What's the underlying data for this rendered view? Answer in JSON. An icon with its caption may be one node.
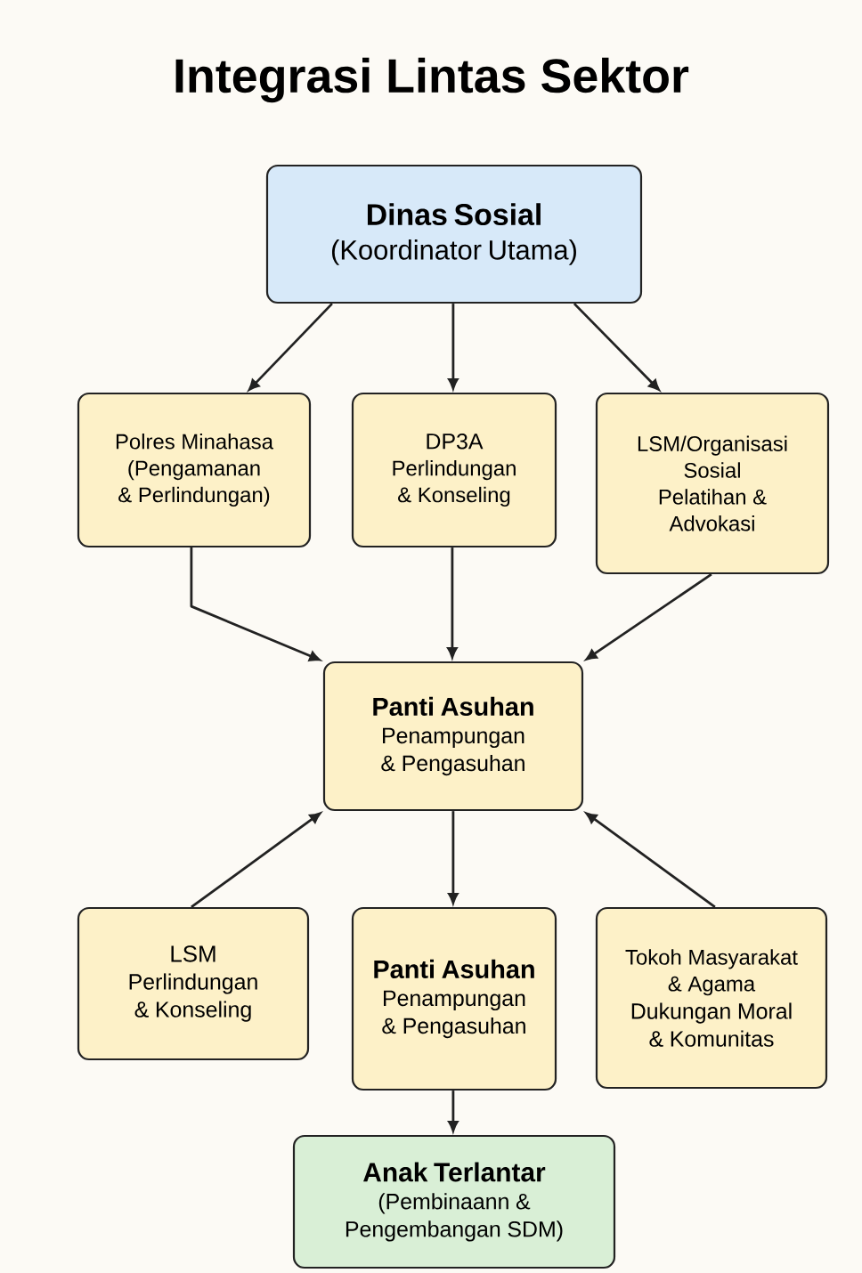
{
  "diagram": {
    "title": "Integrasi Lintas Sektor",
    "nodes": [
      {
        "text": [
          "Dinas Sosial",
          "(Koordinator Utama)"
        ]
      },
      {
        "text": [
          "Polres Minahasa",
          "(Pengamanan & Perlindungan)"
        ]
      },
      {
        "text": [
          "DP3A",
          "Perlindungan & Konseling"
        ]
      },
      {
        "text": [
          "LSM/Organisasi Sosial",
          "Pelatihan & Advokasi"
        ]
      },
      {
        "text": [
          "Panti Asuhan",
          "Penampungan & Pengasuhan"
        ]
      },
      {
        "text": [
          "LSM",
          "Perlindungan & Konseling"
        ]
      },
      {
        "text": [
          "Panti Asuhan",
          "Penampungan & Pengasuhan"
        ]
      },
      {
        "text": [
          "Tokoh Masyarakat & Agama",
          "Dukungan Moral & Komunitas"
        ]
      },
      {
        "text": [
          "Anak Terlantar",
          "(Pembinaann & Pengembangan SDM)"
        ]
      }
    ],
    "edges": [
      {
        "from": 0,
        "to": 1,
        "arrow": "to"
      },
      {
        "from": 0,
        "to": 2,
        "arrow": "to"
      },
      {
        "from": 0,
        "to": 3,
        "arrow": "to"
      },
      {
        "from": 1,
        "to": 4,
        "arrow": "to"
      },
      {
        "from": 2,
        "to": 4,
        "arrow": "to"
      },
      {
        "from": 3,
        "to": 4,
        "arrow": "to"
      },
      {
        "from": 5,
        "to": 4,
        "arrow": "to"
      },
      {
        "from": 7,
        "to": 4,
        "arrow": "to"
      },
      {
        "from": 4,
        "to": 6,
        "arrow": "to"
      },
      {
        "from": 6,
        "to": 8,
        "arrow": "to"
      }
    ]
  }
}
